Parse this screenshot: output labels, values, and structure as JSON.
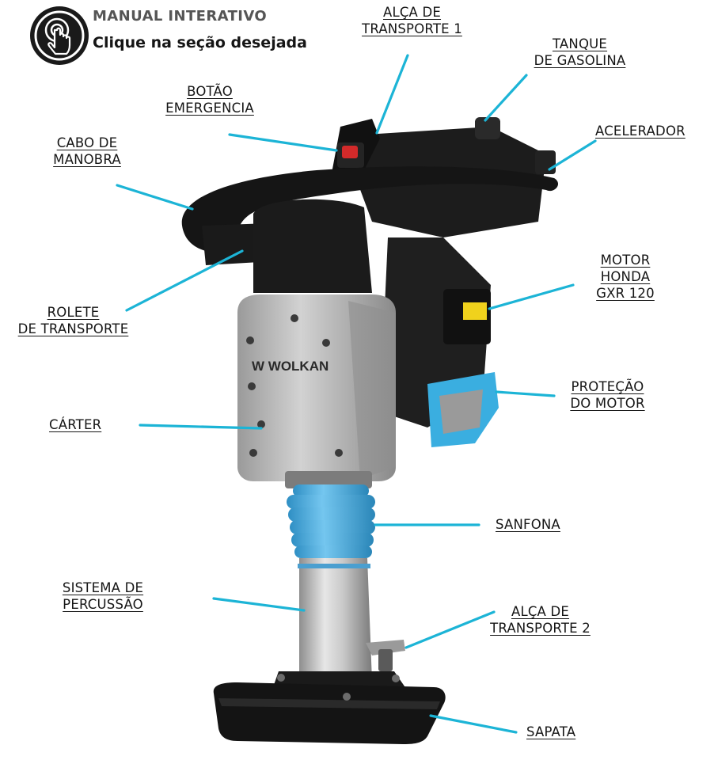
{
  "header": {
    "title": "MANUAL INTERATIVO",
    "subtitle": "Clique na seção desejada",
    "icon": "touch-hand-icon"
  },
  "colors": {
    "leader_line": "#1cb4d6",
    "accent_blue": "#45b7e6",
    "text": "#151515"
  },
  "parts": [
    {
      "id": "alca-transporte-1",
      "lines": [
        "ALÇA DE",
        "TRANSPORTE 1"
      ]
    },
    {
      "id": "tanque-gasolina",
      "lines": [
        "TANQUE",
        "DE GASOLINA"
      ]
    },
    {
      "id": "botao-emergencia",
      "lines": [
        "BOTÃO",
        "EMERGENCIA"
      ]
    },
    {
      "id": "acelerador",
      "lines": [
        "ACELERADOR"
      ]
    },
    {
      "id": "cabo-manobra",
      "lines": [
        "CABO DE",
        "MANOBRA"
      ]
    },
    {
      "id": "motor-honda",
      "lines": [
        "MOTOR",
        "HONDA",
        "GXR 120"
      ]
    },
    {
      "id": "rolete-transporte",
      "lines": [
        "ROLETE",
        "DE TRANSPORTE"
      ]
    },
    {
      "id": "protecao-motor",
      "lines": [
        "PROTEÇÃO",
        "DO MOTOR"
      ]
    },
    {
      "id": "carter",
      "lines": [
        "CÁRTER"
      ]
    },
    {
      "id": "sanfona",
      "lines": [
        "SANFONA"
      ]
    },
    {
      "id": "sistema-percussao",
      "lines": [
        "SISTEMA DE",
        "PERCUSSÃO"
      ]
    },
    {
      "id": "alca-transporte-2",
      "lines": [
        "ALÇA DE",
        "TRANSPORTE 2"
      ]
    },
    {
      "id": "sapata",
      "lines": [
        "SAPATA"
      ]
    }
  ],
  "machine": {
    "brand": "W WOLKAN"
  }
}
